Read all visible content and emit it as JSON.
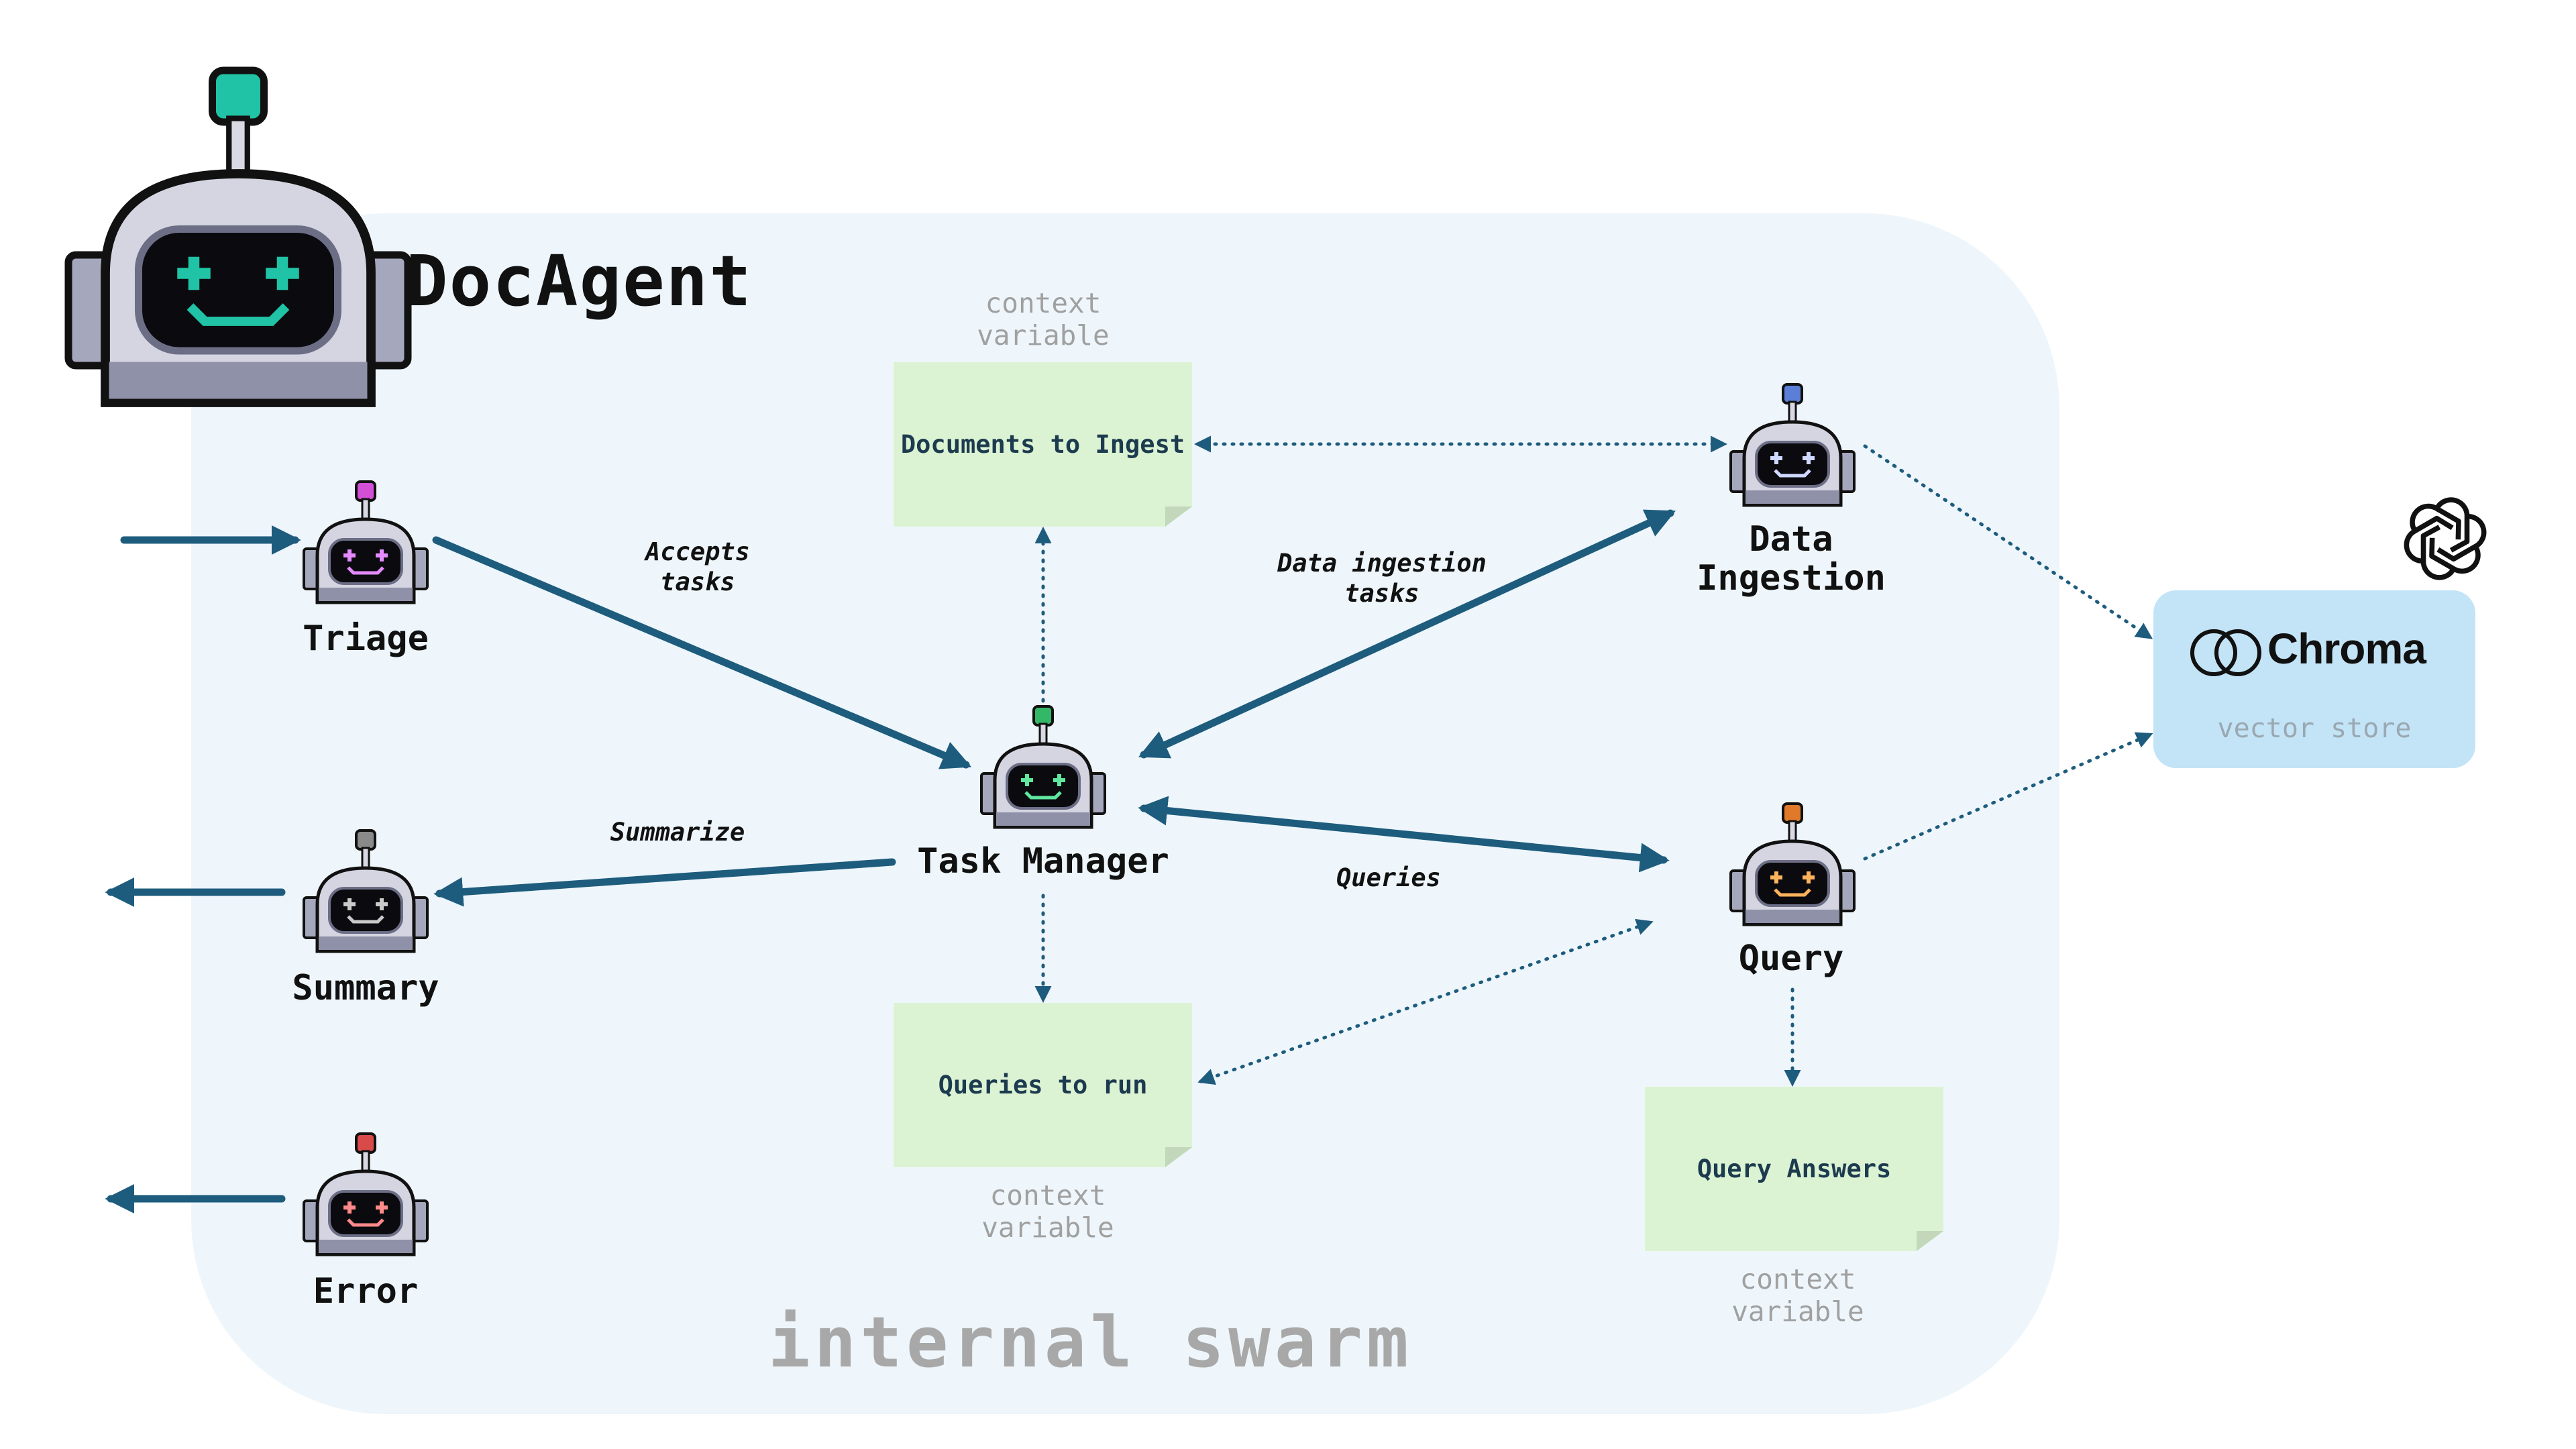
{
  "title": "DocAgent",
  "swarm_label": "internal swarm",
  "agents": {
    "triage": {
      "label": "Triage",
      "antenna_color": "#d24fd6",
      "face_color": "#e58bff"
    },
    "summary": {
      "label": "Summary",
      "antenna_color": "#8a8a8a",
      "face_color": "#c9c9c9"
    },
    "error": {
      "label": "Error",
      "antenna_color": "#d94a4a",
      "face_color": "#ff8a8a"
    },
    "task_manager": {
      "label": "Task Manager",
      "antenna_color": "#33b868",
      "face_color": "#5fe7a0"
    },
    "data_ingestion": {
      "label": "Data\nIngestion",
      "antenna_color": "#5b7fd6",
      "face_color": "#cfd8ff"
    },
    "query": {
      "label": "Query",
      "antenna_color": "#e07a2a",
      "face_color": "#ffb35c"
    }
  },
  "edge_labels": {
    "accepts": "Accepts\ntasks",
    "summarize": "Summarize",
    "ingestion": "Data ingestion\ntasks",
    "queries": "Queries"
  },
  "notes": {
    "documents": "Documents to\nIngest",
    "queries": "Queries to run",
    "answers": "Query Answers"
  },
  "context_label": "context\nvariable",
  "vector_store": {
    "name": "Chroma",
    "label": "vector store"
  },
  "colors": {
    "arrow": "#1e5c7d",
    "swarm_bg": "#eef6fb",
    "note_bg": "#dcf3d3",
    "store_bg": "#c3e4f6",
    "main_robot_accent": "#21c3a6"
  },
  "icons": [
    "robot-icon",
    "openai-logo-icon",
    "chroma-logo-icon"
  ]
}
